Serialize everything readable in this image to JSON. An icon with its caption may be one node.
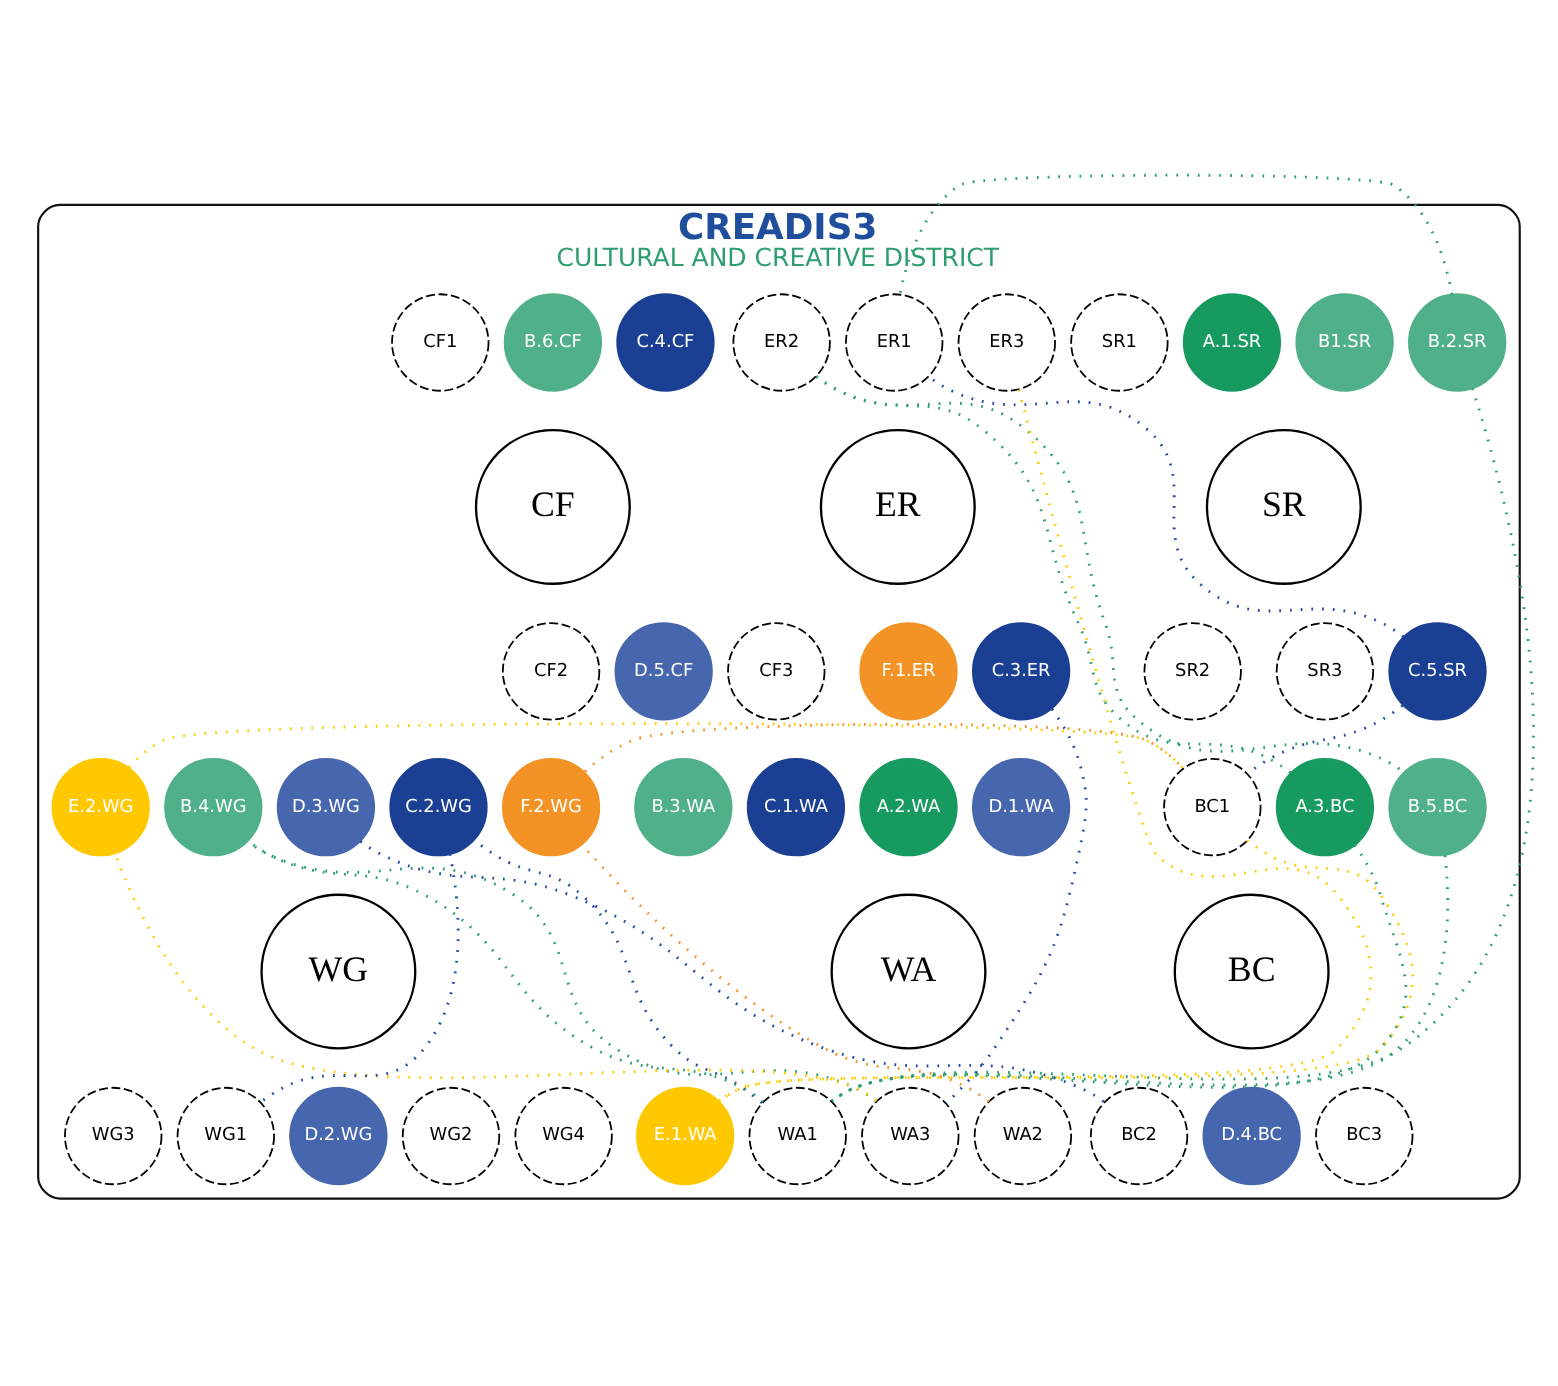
{
  "diagram": {
    "nodes": [
      {
        "text": [
          "CREADIS3",
          "CULTURAL AND CREATIVE DISTRICT"
        ]
      },
      {
        "text": [
          "B.2.SR"
        ],
        "in": 0
      },
      {
        "text": [
          "B1.SR"
        ],
        "in": 0
      },
      {
        "text": [
          "A.1.SR"
        ],
        "in": 0
      },
      {
        "text": [
          "SR1"
        ],
        "in": 0
      },
      {
        "text": [
          "SR"
        ],
        "in": 0
      },
      {
        "text": [
          "C.5.SR"
        ],
        "in": 0
      },
      {
        "text": [
          "SR2"
        ],
        "in": 0
      },
      {
        "text": [
          "SR3"
        ],
        "in": 0
      },
      {
        "text": [
          "ER1"
        ],
        "in": 0
      },
      {
        "text": [
          "ER2"
        ],
        "in": 0
      },
      {
        "text": [
          "ER"
        ],
        "in": 0
      },
      {
        "text": [
          "ER3"
        ],
        "in": 0
      },
      {
        "text": [
          "F.1.ER"
        ],
        "in": 0
      },
      {
        "text": [
          "C.3.ER"
        ],
        "in": 0
      },
      {
        "text": [
          "B.6.CF"
        ],
        "in": 0
      },
      {
        "text": [
          "CF1"
        ],
        "in": 0
      },
      {
        "text": [
          "C.4.CF"
        ],
        "in": 0
      },
      {
        "text": [
          "CF"
        ],
        "in": 0
      },
      {
        "text": [
          "CF2"
        ],
        "in": 0
      },
      {
        "text": [
          "D.5.CF"
        ],
        "in": 0
      },
      {
        "text": [
          "CF3"
        ],
        "in": 0
      },
      {
        "text": [
          "C.1.WA"
        ],
        "in": 0
      },
      {
        "text": [
          "B.3.WA"
        ],
        "in": 0
      },
      {
        "text": [
          "D.1.WA"
        ],
        "in": 0
      },
      {
        "text": [
          "A.2.WA"
        ],
        "in": 0
      },
      {
        "text": [
          "WA"
        ],
        "in": 0
      },
      {
        "text": [
          "E.1.WA"
        ],
        "in": 0
      },
      {
        "text": [
          "WA1"
        ],
        "in": 0
      },
      {
        "text": [
          "WA3"
        ],
        "in": 0
      },
      {
        "text": [
          "WA2"
        ],
        "in": 0
      },
      {
        "text": [
          "A.3.BC"
        ],
        "in": 0
      },
      {
        "text": [
          "BC1"
        ],
        "in": 0
      },
      {
        "text": [
          "B.5.BC"
        ],
        "in": 0
      },
      {
        "text": [
          "BC"
        ],
        "in": 0
      },
      {
        "text": [
          "BC2"
        ],
        "in": 0
      },
      {
        "text": [
          "D.4.BC"
        ],
        "in": 0
      },
      {
        "text": [
          "BC3"
        ],
        "in": 0
      },
      {
        "text": [
          "F.2.WG"
        ],
        "in": 0
      },
      {
        "text": [
          "C.2.WG"
        ],
        "in": 0
      },
      {
        "text": [
          "D.3.WG"
        ],
        "in": 0
      },
      {
        "text": [
          "B.4.WG"
        ],
        "in": 0
      },
      {
        "text": [
          "E.2.WG"
        ],
        "in": 0
      },
      {
        "text": [
          "WG"
        ],
        "in": 0
      },
      {
        "text": [
          "WG1"
        ],
        "in": 0
      },
      {
        "text": [
          "D.2.WG"
        ],
        "in": 0
      },
      {
        "text": [
          "WG2"
        ],
        "in": 0
      },
      {
        "text": [
          "WG4"
        ],
        "in": 0
      },
      {
        "text": [
          "WG3"
        ],
        "in": 0
      }
    ],
    "edges": [
      {
        "from": 6,
        "to": 9,
        "arrow": "none",
        "style": "dashed",
        "color": "#2a4aa0"
      },
      {
        "from": 6,
        "to": 32,
        "arrow": "none",
        "style": "dashed",
        "color": "#2a4aa0"
      },
      {
        "from": 12,
        "to": 27,
        "arrow": "none",
        "style": "dashed",
        "color": "#ffcc00"
      },
      {
        "from": 14,
        "to": 29,
        "arrow": "none",
        "style": "dashed",
        "color": "#2a4aa0"
      },
      {
        "from": 10,
        "to": 31,
        "arrow": "none",
        "style": "dashed",
        "color": "#2e9e6e"
      },
      {
        "from": 10,
        "to": 33,
        "arrow": "none",
        "style": "dashed",
        "color": "#2e9e6e"
      },
      {
        "from": 31,
        "to": 28,
        "arrow": "none",
        "style": "dashed",
        "color": "#2e9e6e"
      },
      {
        "from": 28,
        "to": 33,
        "arrow": "none",
        "style": "dashed",
        "color": "#2e9e6e"
      },
      {
        "from": 1,
        "to": 9,
        "arrow": "none",
        "style": "dashed",
        "color": "#2e9e6e"
      },
      {
        "from": 1,
        "to": 28,
        "arrow": "none",
        "style": "dashed",
        "color": "#2e9e6e"
      },
      {
        "from": 28,
        "to": 39,
        "arrow": "none",
        "style": "dashed",
        "color": "#2a4aa0"
      },
      {
        "from": 28,
        "to": 41,
        "arrow": "none",
        "style": "dashed",
        "color": "#2e9e6e"
      },
      {
        "from": 30,
        "to": 38,
        "arrow": "none",
        "style": "dashed",
        "color": "#f39325"
      },
      {
        "from": 29,
        "to": 41,
        "arrow": "none",
        "style": "dashed",
        "color": "#2e9e6e"
      },
      {
        "from": 29,
        "to": 42,
        "arrow": "none",
        "style": "dashed",
        "color": "#ffcc00"
      },
      {
        "from": 27,
        "to": 32,
        "arrow": "none",
        "style": "dashed",
        "color": "#ffcc00"
      },
      {
        "from": 38,
        "to": 32,
        "arrow": "none",
        "style": "dashed",
        "color": "#f39325"
      },
      {
        "from": 42,
        "to": 32,
        "arrow": "none",
        "style": "dashed",
        "color": "#ffcc00"
      },
      {
        "from": 40,
        "to": 35,
        "arrow": "none",
        "style": "dashed",
        "color": "#2a4aa0"
      },
      {
        "from": 39,
        "to": 44,
        "arrow": "none",
        "style": "dashed",
        "color": "#2a4aa0"
      }
    ]
  }
}
